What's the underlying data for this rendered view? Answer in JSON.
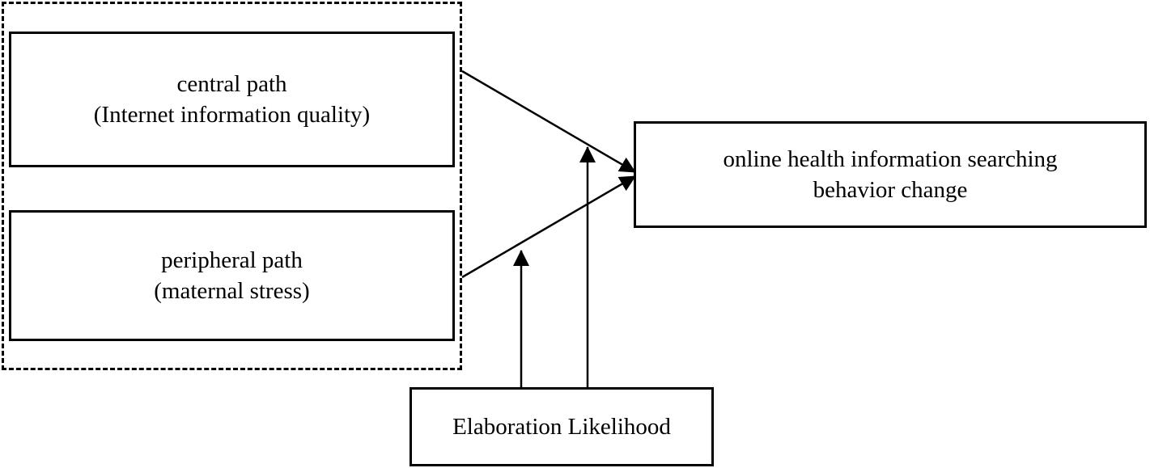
{
  "nodes": {
    "central": {
      "line1": "central path",
      "line2": "(Internet information quality)"
    },
    "peripheral": {
      "line1": "peripheral path",
      "line2": "(maternal stress)"
    },
    "outcome": {
      "line1": "online health information searching",
      "line2": "behavior change"
    },
    "moderator": {
      "label": "Elaboration Likelihood"
    }
  },
  "edges": [
    {
      "from": "central",
      "to": "outcome",
      "style": "solid-arrow"
    },
    {
      "from": "peripheral",
      "to": "outcome",
      "style": "solid-arrow"
    },
    {
      "from": "moderator",
      "to": "central->outcome",
      "style": "solid-arrow"
    },
    {
      "from": "moderator",
      "to": "peripheral->outcome",
      "style": "solid-arrow"
    }
  ],
  "grouping": {
    "members": [
      "central",
      "peripheral"
    ],
    "border": "dashed"
  },
  "colors": {
    "stroke": "#000000",
    "background": "#ffffff"
  }
}
